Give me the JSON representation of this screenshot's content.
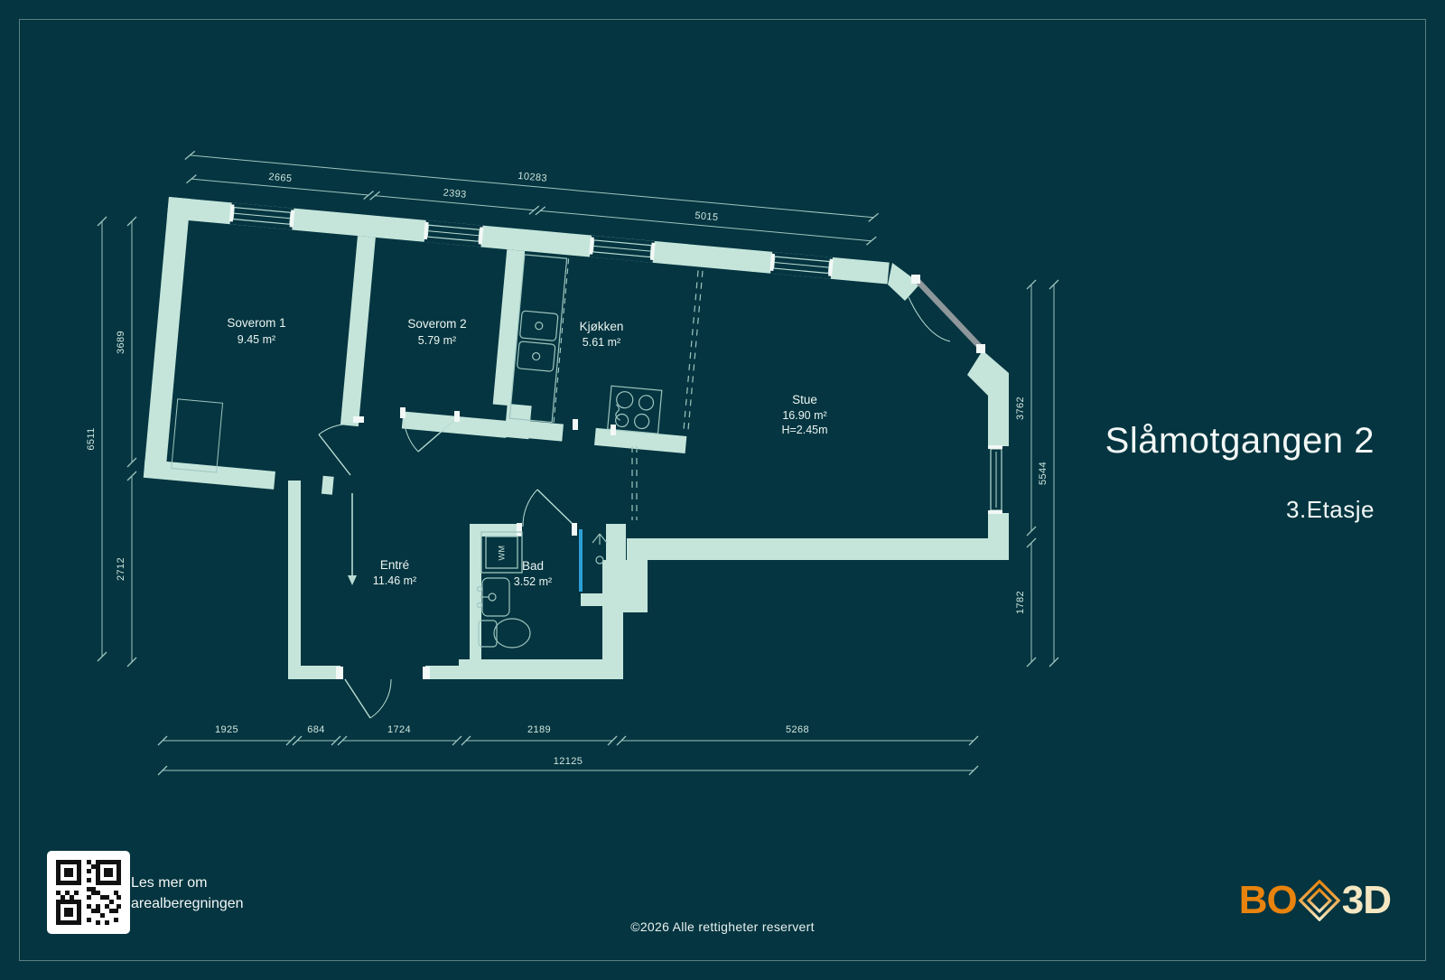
{
  "header": {
    "title": "Slåmotgangen 2",
    "floor": "3.Etasje"
  },
  "rooms": [
    {
      "id": "soverom1",
      "label": "Soverom 1",
      "area": "9.45 m²"
    },
    {
      "id": "soverom2",
      "label": "Soverom 2",
      "area": "5.79 m²"
    },
    {
      "id": "kjokken",
      "label": "Kjøkken",
      "area": "5.61 m²"
    },
    {
      "id": "stue",
      "label": "Stue",
      "area": "16.90 m²",
      "height": "H=2.45m"
    },
    {
      "id": "entre",
      "label": "Entré",
      "area": "11.46 m²"
    },
    {
      "id": "bad",
      "label": "Bad",
      "area": "3.52 m²"
    }
  ],
  "dimensions": {
    "top": {
      "overall": "10283",
      "segments": [
        "2665",
        "2393",
        "5015"
      ]
    },
    "left": {
      "overall": "6511",
      "segments": [
        "3689",
        "2712"
      ]
    },
    "right": {
      "overall": "5544",
      "segments": [
        "3762",
        "1782"
      ]
    },
    "bottom": {
      "overall": "12125",
      "segments": [
        "1925",
        "684",
        "1724",
        "2189",
        "5268"
      ]
    }
  },
  "fixtures": {
    "washing_machine": "WM"
  },
  "qr": {
    "caption_line1": "Les mer om",
    "caption_line2": "arealberegningen"
  },
  "footer": {
    "copyright": "©2026 Alle rettigheter reservert"
  },
  "logo": {
    "part1": "BO",
    "part2": "3D"
  },
  "colors": {
    "background": "#043540",
    "wall": "#c5e5db",
    "line": "#b9dcd4",
    "dim_line": "#9fc5bf",
    "glass_blue": "#2e9fd6",
    "accent_orange": "#e8830e",
    "accent_cream": "#f4e7c2"
  }
}
